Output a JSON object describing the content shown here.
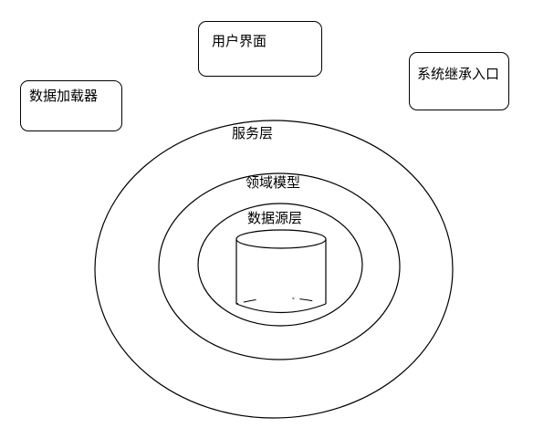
{
  "outer_boxes": {
    "user_interface": "用户界面",
    "data_loader": "数据加载器",
    "system_inheritance_entry": "系统继承入口"
  },
  "layers": {
    "service": "服务层",
    "domain_model": "领域模型",
    "data_source": "数据源层"
  },
  "colors": {
    "stroke": "#000000",
    "background": "#ffffff"
  }
}
